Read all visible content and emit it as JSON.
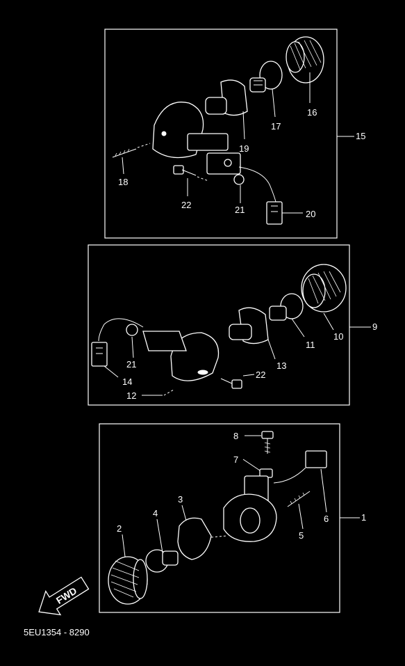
{
  "diagram_code": "5EU1354 - 8290",
  "direction_label": "FWD",
  "assemblies": [
    {
      "id": "15",
      "label": "15"
    },
    {
      "id": "9",
      "label": "9"
    },
    {
      "id": "1",
      "label": "1"
    }
  ],
  "callouts": {
    "p2": "2",
    "p3": "3",
    "p4": "4",
    "p5": "5",
    "p6": "6",
    "p7": "7",
    "p8": "8",
    "p10": "10",
    "p11": "11",
    "p12": "12",
    "p13": "13",
    "p14": "14",
    "p16": "16",
    "p17": "17",
    "p18": "18",
    "p19": "19",
    "p20": "20",
    "p21a": "21",
    "p21b": "21",
    "p22a": "22",
    "p22b": "22"
  }
}
